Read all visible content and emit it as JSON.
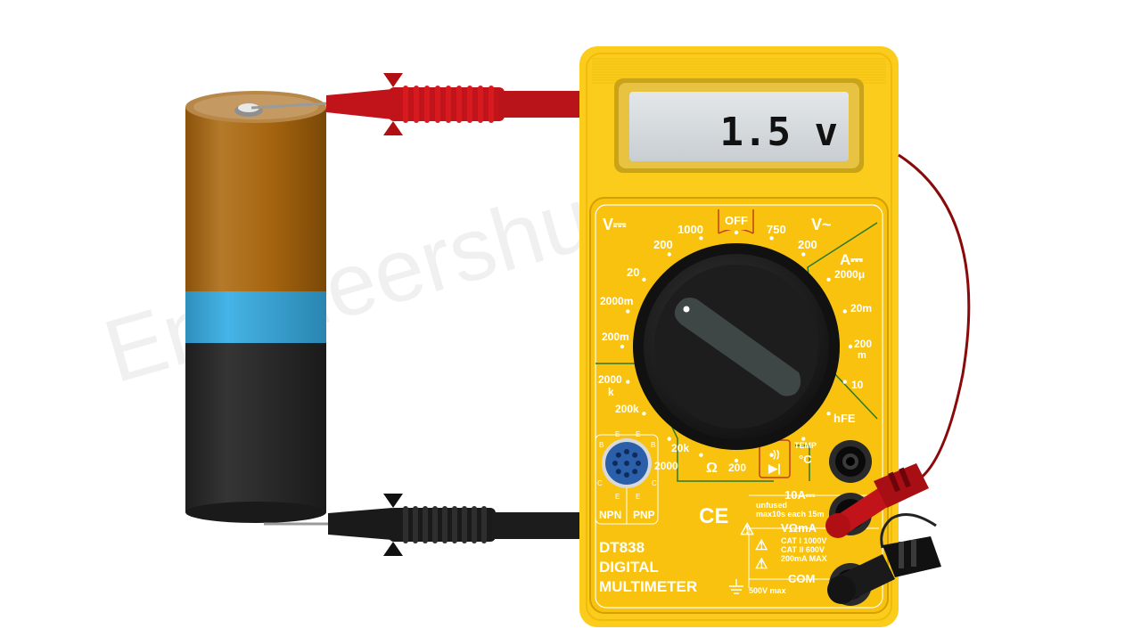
{
  "watermark": "Engineershub.co.in",
  "meter": {
    "display": "1.5 v",
    "model": "DT838",
    "title_line1": "DIGITAL",
    "title_line2": "MULTIMETER"
  },
  "dial": {
    "dcv_symbol": "V⎓",
    "acv_symbol": "V~",
    "dca_symbol": "A⎓",
    "off": "OFF",
    "ohm_symbol": "Ω",
    "labels": {
      "dcv_1000": "1000",
      "dcv_200": "200",
      "dcv_20": "20",
      "dcv_2000m": "2000m",
      "dcv_200m": "200m",
      "acv_750": "750",
      "acv_200": "200",
      "dca_2000u": "2000μ",
      "dca_20m": "20m",
      "dca_200m_a": "200",
      "dca_200m_b": "m",
      "dca_10": "10",
      "hfe": "hFE",
      "temp": "TEMP",
      "degc": "°C",
      "ohm_2000k_a": "2000",
      "ohm_2000k_b": "k",
      "ohm_200k": "200k",
      "ohm_20k": "20k",
      "ohm_2000": "2000",
      "ohm_200": "200"
    }
  },
  "socket": {
    "npn": "NPN",
    "pnp": "PNP",
    "pins": [
      "B",
      "E",
      "E",
      "B",
      "C",
      "E",
      "E",
      "C"
    ]
  },
  "jacks": {
    "a10": "10A⎓",
    "unfused_1": "unfused",
    "unfused_2": "max10s each 15m",
    "vohma": "VΩmA",
    "cat1": "CAT I 1000V",
    "cat2": "CAT II 600V",
    "max200": "200mA MAX",
    "com": "COM",
    "v500": "500V max",
    "ce": "CE"
  },
  "colors": {
    "meter_body": "#fbcc1c",
    "battery_top": "#a6650f",
    "battery_band": "#3aa8dc",
    "battery_bottom": "#262626",
    "probe_red": "#c0141a",
    "probe_black": "#1a1a1a"
  }
}
